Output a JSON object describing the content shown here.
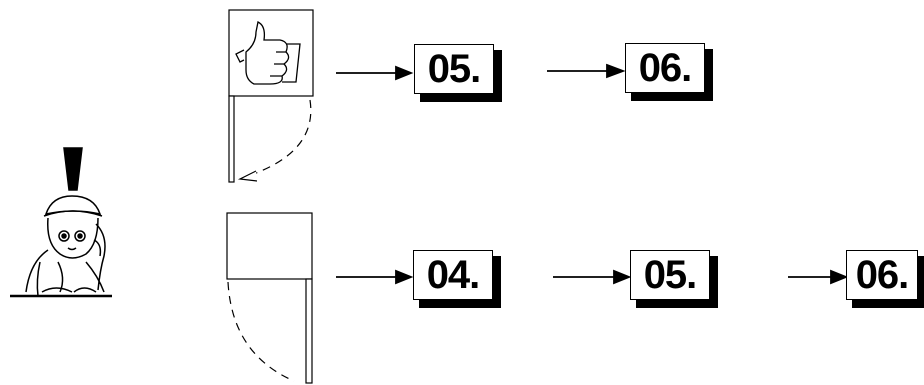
{
  "diagram": {
    "icons": {
      "person": "reading-person-with-exclamation-icon",
      "thumbs_up": "thumbs-up-icon",
      "panel": "door-swing-panel-icon",
      "arrow": "right-arrow-icon"
    },
    "rows": [
      {
        "steps": [
          {
            "label": "05."
          },
          {
            "label": "06."
          }
        ]
      },
      {
        "steps": [
          {
            "label": "04."
          },
          {
            "label": "05."
          },
          {
            "label": "06."
          }
        ]
      }
    ]
  }
}
